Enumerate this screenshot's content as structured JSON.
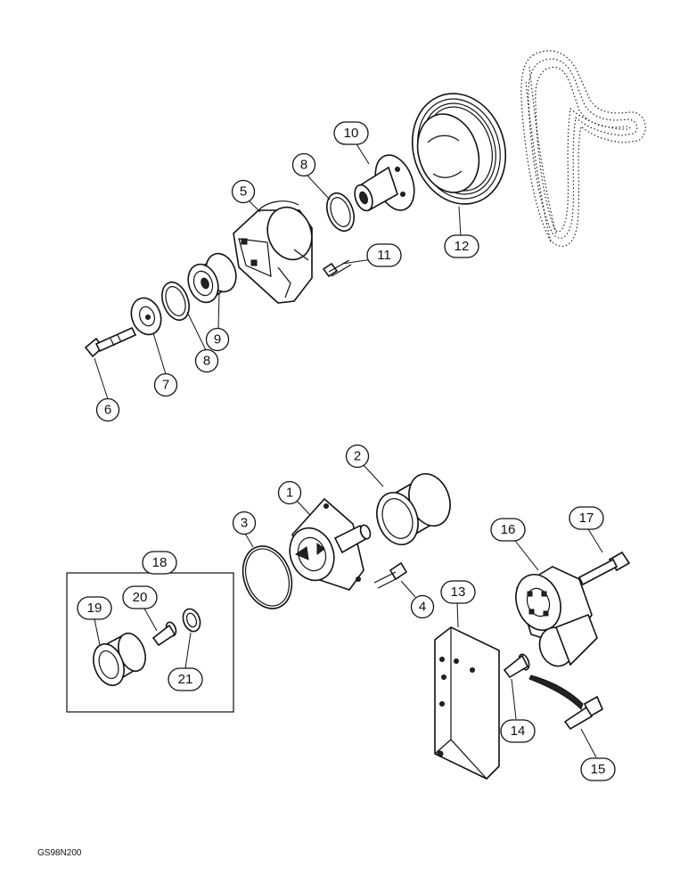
{
  "diagram": {
    "reference_code": "GS98N200",
    "callouts": [
      {
        "id": "c1",
        "label": "1"
      },
      {
        "id": "c2",
        "label": "2"
      },
      {
        "id": "c3",
        "label": "3"
      },
      {
        "id": "c4",
        "label": "4"
      },
      {
        "id": "c5",
        "label": "5"
      },
      {
        "id": "c6",
        "label": "6"
      },
      {
        "id": "c7",
        "label": "7"
      },
      {
        "id": "c8a",
        "label": "8"
      },
      {
        "id": "c8b",
        "label": "8"
      },
      {
        "id": "c9",
        "label": "9"
      },
      {
        "id": "c10",
        "label": "10"
      },
      {
        "id": "c11",
        "label": "11"
      },
      {
        "id": "c12",
        "label": "12"
      },
      {
        "id": "c13",
        "label": "13"
      },
      {
        "id": "c14",
        "label": "14"
      },
      {
        "id": "c15",
        "label": "15"
      },
      {
        "id": "c16",
        "label": "16"
      },
      {
        "id": "c17",
        "label": "17"
      },
      {
        "id": "c18",
        "label": "18"
      },
      {
        "id": "c19",
        "label": "19"
      },
      {
        "id": "c20",
        "label": "20"
      },
      {
        "id": "c21",
        "label": "21"
      }
    ]
  }
}
